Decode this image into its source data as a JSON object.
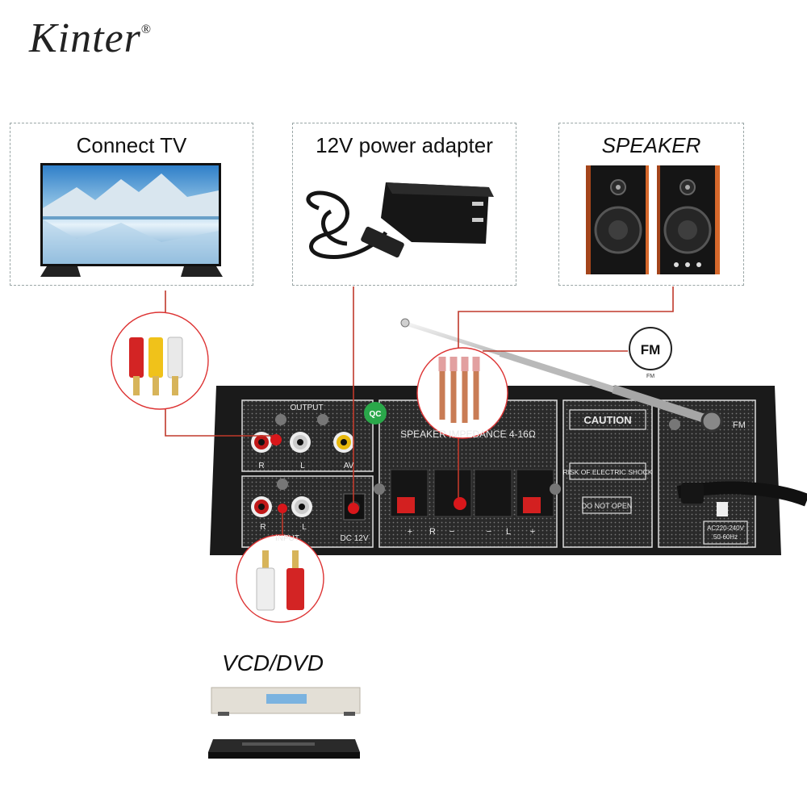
{
  "brand": {
    "name": "Kinter",
    "mark": "®"
  },
  "panels": {
    "tv": {
      "label": "Connect TV"
    },
    "power": {
      "label": "12V power adapter"
    },
    "speaker": {
      "label": "SPEAKER"
    }
  },
  "fm_badge": {
    "label": "FM",
    "sub": "FM"
  },
  "amp": {
    "output_label": "OUTPUT",
    "output_ports": [
      "R",
      "L",
      "AV"
    ],
    "input_label": "INPUT",
    "input_ports": [
      "R",
      "L"
    ],
    "dc_label": "DC 12V",
    "speaker_label": "SPEAKER IMPEDANCE 4-16Ω",
    "speaker_terminals": [
      "+",
      "R",
      "−",
      "−",
      "L",
      "+"
    ],
    "caution": "CAUTION",
    "risk": "RISK OF ELECTRIC SHOCK",
    "do_not_open": "DO NOT OPEN",
    "power_rating_1": "AC220-240V",
    "power_rating_2": "50-60Hz",
    "fm_port": "FM",
    "qc": "QC"
  },
  "source": {
    "label": "VCD/DVD"
  },
  "colors": {
    "accent_red": "#d8171b",
    "line": "#c43a3a",
    "amp_body": "#1c1c1c"
  }
}
